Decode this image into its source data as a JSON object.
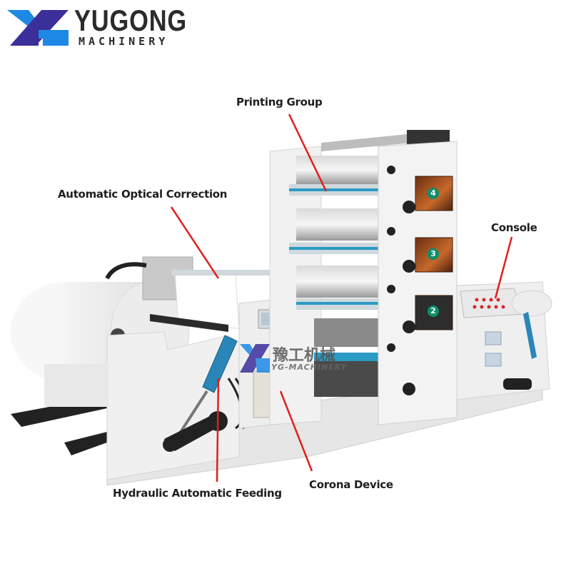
{
  "logo": {
    "brand": "YUGONG",
    "subtitle": "MACHINERY",
    "colors": {
      "blue": "#1e88e5",
      "purple": "#3b2f9a",
      "text": "#2b2b2b"
    }
  },
  "watermark": {
    "chinese": "豫工机械",
    "english": "YG-MACHINERY"
  },
  "callouts": [
    {
      "id": "printing-group",
      "label": "Printing Group"
    },
    {
      "id": "automatic-optical-correction",
      "label": "Automatic Optical Correction"
    },
    {
      "id": "console",
      "label": "Console"
    },
    {
      "id": "hydraulic-automatic-feeding",
      "label": "Hydraulic Automatic Feeding"
    },
    {
      "id": "corona-device",
      "label": "Corona Device"
    }
  ],
  "print_units": [
    {
      "number": "4"
    },
    {
      "number": "3"
    },
    {
      "number": "2"
    }
  ],
  "colors": {
    "leader_line": "#e0201c",
    "machine_body": "#eeeeee",
    "accent_blue": "#2a9bc4"
  }
}
